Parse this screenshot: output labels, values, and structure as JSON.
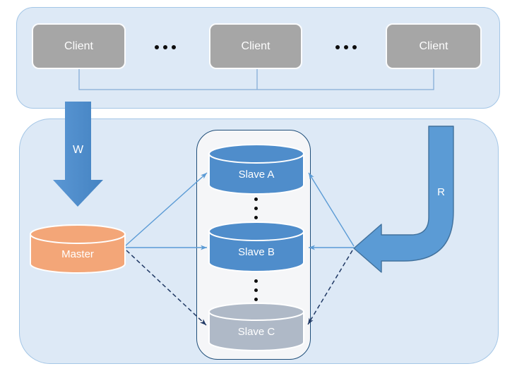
{
  "clients_panel": {
    "clients": [
      {
        "label": "Client"
      },
      {
        "label": "Client"
      },
      {
        "label": "Client"
      }
    ],
    "ellipsis_icon": "ellipsis-horizontal",
    "fill": "#a6a6a6"
  },
  "flows": {
    "write_label": "W",
    "read_label": "R",
    "arrow_color": "#5b9bd5"
  },
  "databases": {
    "master": {
      "label": "Master",
      "color": "#f3a678"
    },
    "slaves": [
      {
        "label": "Slave A",
        "color": "#4f8dcb"
      },
      {
        "label": "Slave B",
        "color": "#4f8dcb"
      },
      {
        "label": "Slave C",
        "color": "#afb9c7"
      }
    ],
    "ellipsis_icon": "ellipsis-vertical"
  },
  "replication_edges": [
    {
      "from": "Master",
      "to": "Slave A",
      "style": "solid"
    },
    {
      "from": "Master",
      "to": "Slave B",
      "style": "solid"
    },
    {
      "from": "Master",
      "to": "Slave C",
      "style": "dashed"
    },
    {
      "from": "Read arrow",
      "to": "Slave A",
      "style": "solid"
    },
    {
      "from": "Read arrow",
      "to": "Slave B",
      "style": "solid"
    },
    {
      "from": "Read arrow",
      "to": "Slave C",
      "style": "dashed"
    }
  ],
  "colors": {
    "panel_fill": "#dde9f6",
    "panel_border": "#a4c6e6",
    "write_arrow": "#4c8bc9",
    "read_arrow": "#5b9bd5",
    "read_arrow_border": "#41719c",
    "dashed_edge": "#1f3864",
    "solid_edge": "#5b9bd5",
    "container_border": "#1f4e79",
    "container_fill": "#f5f6f8"
  }
}
